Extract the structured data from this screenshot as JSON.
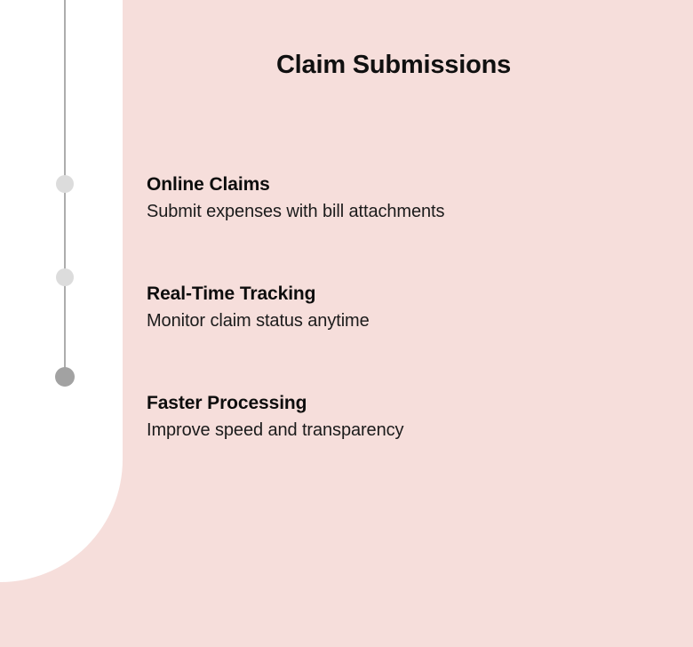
{
  "slide": {
    "background_color": "#f6dedb",
    "panel_color": "#ffffff",
    "title": "Claim Submissions"
  },
  "timeline": {
    "rail_color": "#adadad",
    "dots": [
      {
        "name": "timeline-dot-1",
        "color": "#dcdcdc",
        "state": "inactive"
      },
      {
        "name": "timeline-dot-2",
        "color": "#dcdcdc",
        "state": "inactive"
      },
      {
        "name": "timeline-dot-3",
        "color": "#a2a2a2",
        "state": "active"
      }
    ]
  },
  "features": [
    {
      "title": "Online Claims",
      "description": "Submit expenses with bill attachments"
    },
    {
      "title": "Real-Time Tracking",
      "description": "Monitor claim status anytime"
    },
    {
      "title": "Faster Processing",
      "description": "Improve speed and transparency"
    }
  ]
}
